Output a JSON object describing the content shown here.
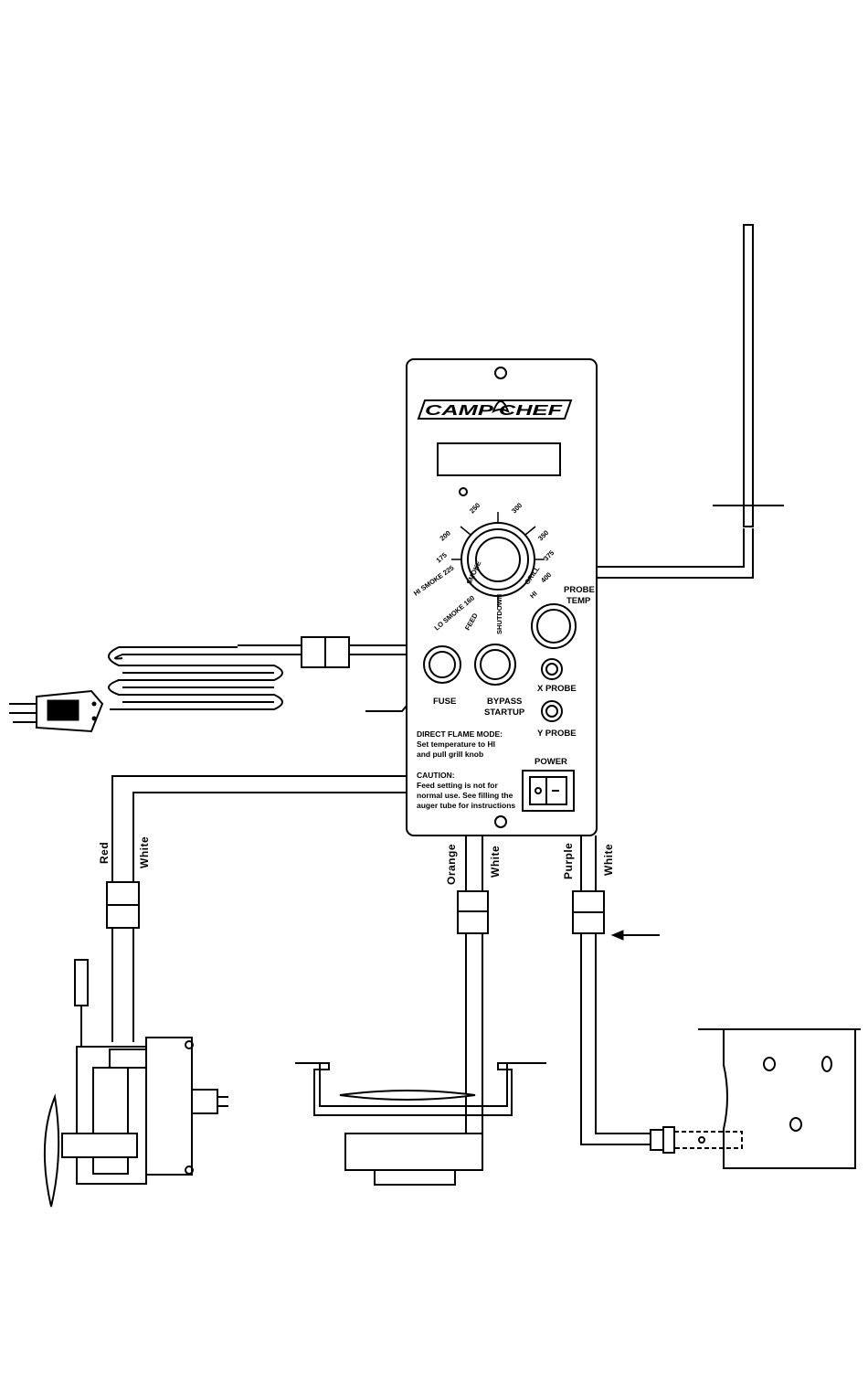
{
  "panel": {
    "brand": "CAMP CHEF",
    "labels": {
      "probe_temp_1": "PROBE",
      "probe_temp_2": "TEMP",
      "fuse": "FUSE",
      "bypass_1": "BYPASS",
      "bypass_2": "STARTUP",
      "x_probe": "X PROBE",
      "y_probe": "Y PROBE",
      "power": "POWER",
      "direct_flame_1": "DIRECT FLAME MODE:",
      "direct_flame_2": "Set temperature to HI",
      "direct_flame_3": "and pull grill knob",
      "caution_1": "CAUTION:",
      "caution_2": "Feed setting is not for",
      "caution_3": "normal use. See filling the",
      "caution_4": "auger tube for instructions"
    },
    "dial": {
      "settings": [
        "HI SMOKE 225",
        "LO SMOKE 160",
        "FEED",
        "SHUTDOWN",
        "HI",
        "400",
        "375",
        "350",
        "300",
        "250",
        "200",
        "175"
      ],
      "smoke": "SMOKE",
      "grill": "GRILL"
    }
  },
  "wires": {
    "red": "Red",
    "white_left": "White",
    "orange": "Orange",
    "white_mid": "White",
    "purple": "Purple",
    "white_right": "White"
  }
}
